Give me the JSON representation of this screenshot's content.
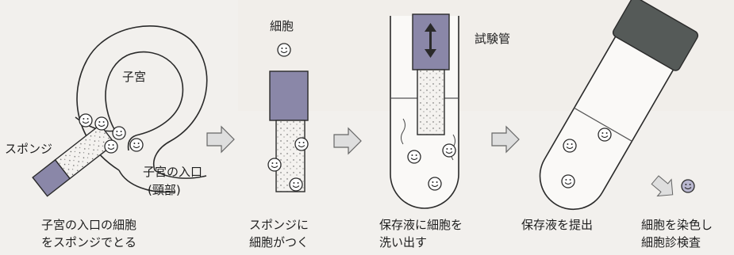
{
  "labels": {
    "uterus": "子宮",
    "sponge": "スポンジ",
    "cervix_line1": "子宮の入口",
    "cervix_line2": "(頸部)",
    "cell": "細胞",
    "test_tube": "試験管"
  },
  "captions": {
    "step1_line1": "子宮の入口の細胞",
    "step1_line2": "をスポンジでとる",
    "step2_line1": "スポンジに",
    "step2_line2": "細胞がつく",
    "step3_line1": "保存液に細胞を",
    "step3_line2": "洗い出す",
    "step4_line1": "保存液を提出",
    "step5_line1": "細胞を染色し",
    "step5_line2": "細胞診検査"
  },
  "colors": {
    "sponge_handle": "#8a87a8",
    "cap": "#555a58",
    "arrow_fill": "#dedede",
    "line": "#2a2a2a"
  }
}
